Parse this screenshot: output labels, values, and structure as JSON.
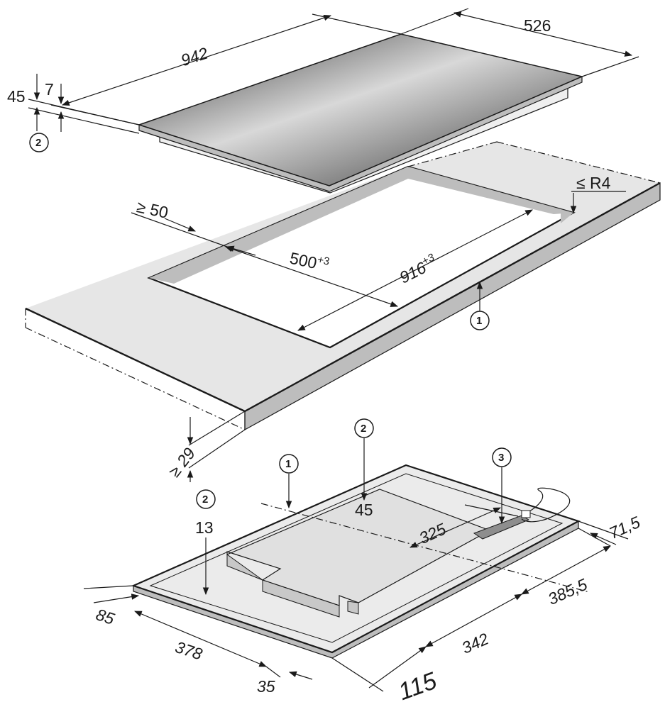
{
  "hob_top": {
    "width": "942",
    "depth": "526",
    "height_total": "45",
    "glass_thickness": "7",
    "callout_height": "2"
  },
  "cutout": {
    "min_front_distance": "≥ 50",
    "depth": "500",
    "depth_tolerance": "+3",
    "width": "916",
    "width_tolerance": "+3",
    "corner_radius": "≤ R4",
    "callout_worktop": "1",
    "min_worktop_thickness": "≥ 29"
  },
  "underside": {
    "callout_1": "1",
    "callout_2a": "2",
    "value_2a": "45",
    "callout_2b": "2",
    "value_2b": "13",
    "callout_3": "3",
    "dim_325": "325",
    "dim_71_5": "71,5",
    "dim_385_5": "385,5",
    "dim_342": "342",
    "dim_115": "115",
    "dim_85": "85",
    "dim_378": "378",
    "dim_35": "35"
  }
}
